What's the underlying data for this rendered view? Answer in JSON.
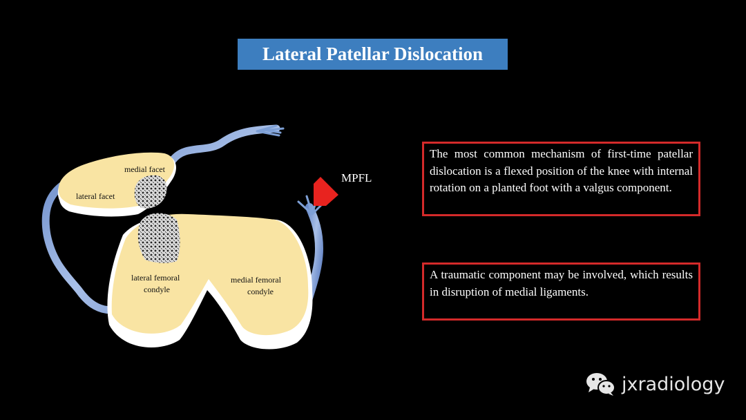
{
  "title": "Lateral Patellar Dislocation",
  "diagram": {
    "labels": {
      "medial_facet": "medial facet",
      "lateral_facet": "lateral facet",
      "lateral_femoral_condyle_1": "lateral femoral",
      "lateral_femoral_condyle_2": "condyle",
      "medial_femoral_condyle_1": "medial femoral",
      "medial_femoral_condyle_2": "condyle",
      "mpfl": "MPFL"
    },
    "colors": {
      "bone": "#f9e4a3",
      "ligament": "#7ea0d6",
      "arrow": "#e8231f",
      "cartilage": "#ffffff"
    }
  },
  "text_boxes": {
    "mechanism": "The most common mechanism of first-time patellar dislocation is a flexed position of the knee with internal rotation on a planted foot with a valgus component.",
    "traumatic": "A traumatic component may be involved, which results in disruption of medial ligaments."
  },
  "colors": {
    "title_background": "#3d7ebf",
    "box_border": "#d42a2a",
    "background": "#000000"
  },
  "watermark": {
    "icon": "wechat-icon",
    "text": "jxradiology"
  }
}
